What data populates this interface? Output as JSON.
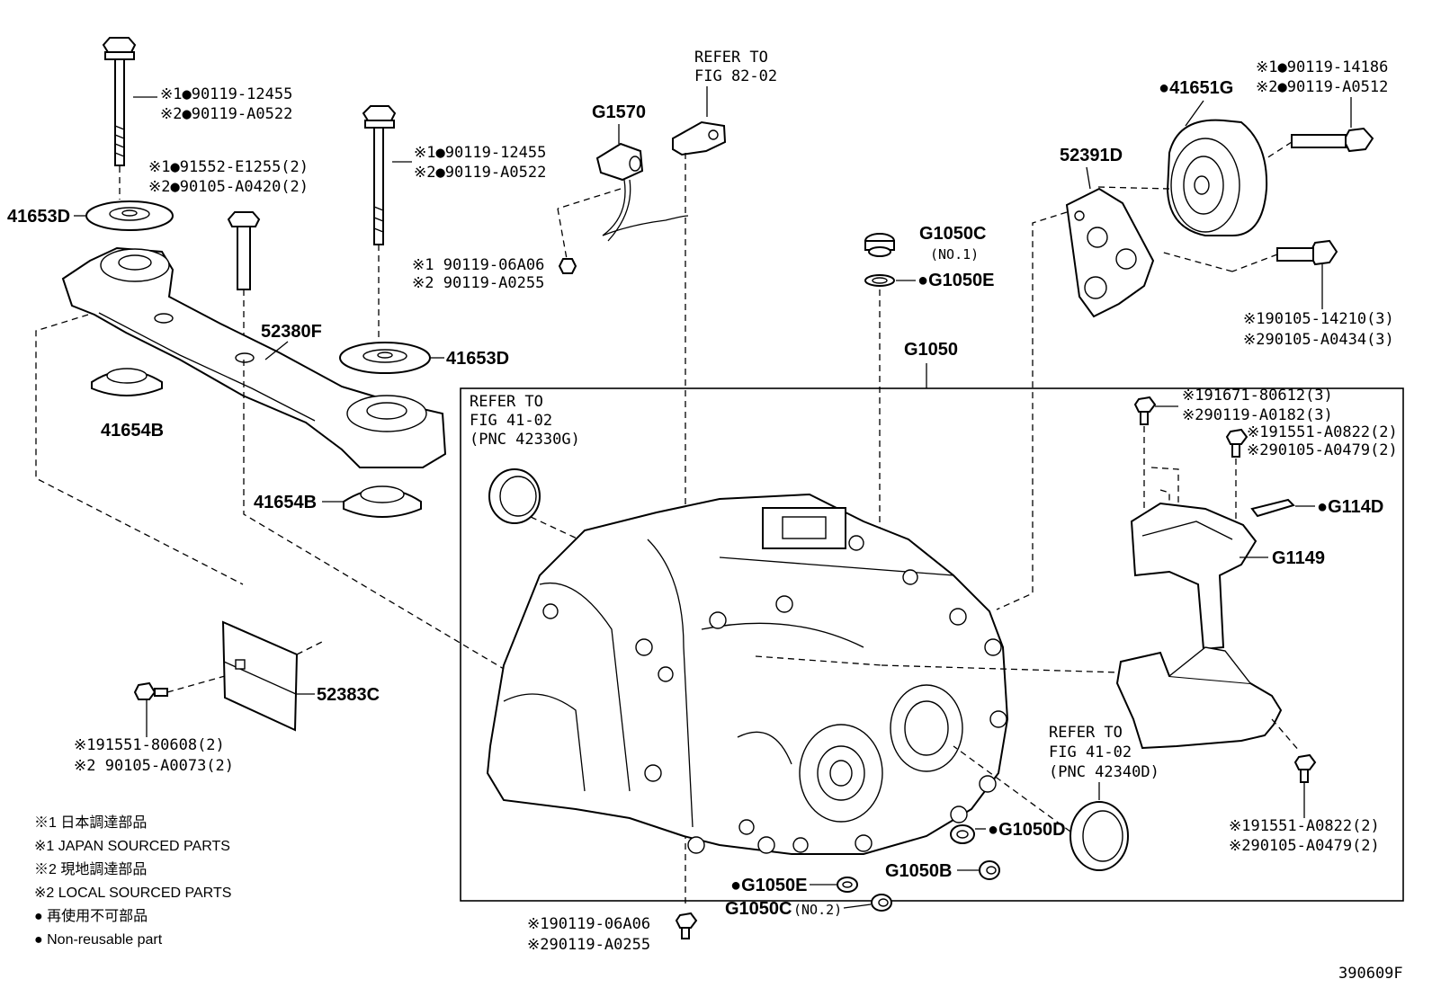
{
  "callouts": {
    "bolt_a_1": "※1●90119-12455",
    "bolt_a_2": "※2●90119-A0522",
    "bolt_b_1": "※1●91552-E1255(2)",
    "bolt_b_2": "※2●90105-A0420(2)",
    "bolt_c_1": "※1●90119-12455",
    "bolt_c_2": "※2●90119-A0522",
    "p41653d_left": "41653D",
    "p41653d_right": "41653D",
    "p41654b_left": "41654B",
    "p41654b_right": "41654B",
    "p52380f": "52380F",
    "p52383c": "52383C",
    "bolt_d_1": "※191551-80608(2)",
    "bolt_d_2": "※2 90105-A0073(2)",
    "refer_82_1": "REFER TO",
    "refer_82_2": "FIG 82-02",
    "g1570": "G1570",
    "bolt_e_1": "※1 90119-06A06",
    "bolt_e_2": "※2 90119-A0255",
    "g1050c_top": "G1050C",
    "g1050c_no1": "(NO.1)",
    "g1050e_top": "●G1050E",
    "g1050": "G1050",
    "refer_41_a_1": "REFER TO",
    "refer_41_a_2": "FIG 41-02",
    "refer_41_a_3": "(PNC 42330G)",
    "p52391d": "52391D",
    "p41651g": "●41651G",
    "bolt_f_1": "※1●90119-14186",
    "bolt_f_2": "※2●90119-A0512",
    "bolt_g_1": "※190105-14210(3)",
    "bolt_g_2": "※290105-A0434(3)",
    "bolt_h_1": "※191671-80612(3)",
    "bolt_h_2": "※290119-A0182(3)",
    "bolt_i_1": "※191551-A0822(2)",
    "bolt_i_2": "※290105-A0479(2)",
    "g114d": "●G114D",
    "g1149": "G1149",
    "refer_41_b_1": "REFER TO",
    "refer_41_b_2": "FIG 41-02",
    "refer_41_b_3": "(PNC 42340D)",
    "bolt_j_1": "※191551-A0822(2)",
    "bolt_j_2": "※290105-A0479(2)",
    "g1050d": "●G1050D",
    "g1050b": "G1050B",
    "g1050e_bot": "●G1050E",
    "g1050c_bot": "G1050C",
    "g1050c_no2": "(NO.2)",
    "bolt_k_1": "※190119-06A06",
    "bolt_k_2": "※290119-A0255"
  },
  "legend": {
    "line1": "※1 日本調達部品",
    "line2": "※1 JAPAN SOURCED PARTS",
    "line3": "※2 現地調達部品",
    "line4": "※2 LOCAL SOURCED PARTS",
    "line5": "● 再使用不可部品",
    "line6": "● Non-reusable part"
  },
  "figure_id": "390609F"
}
